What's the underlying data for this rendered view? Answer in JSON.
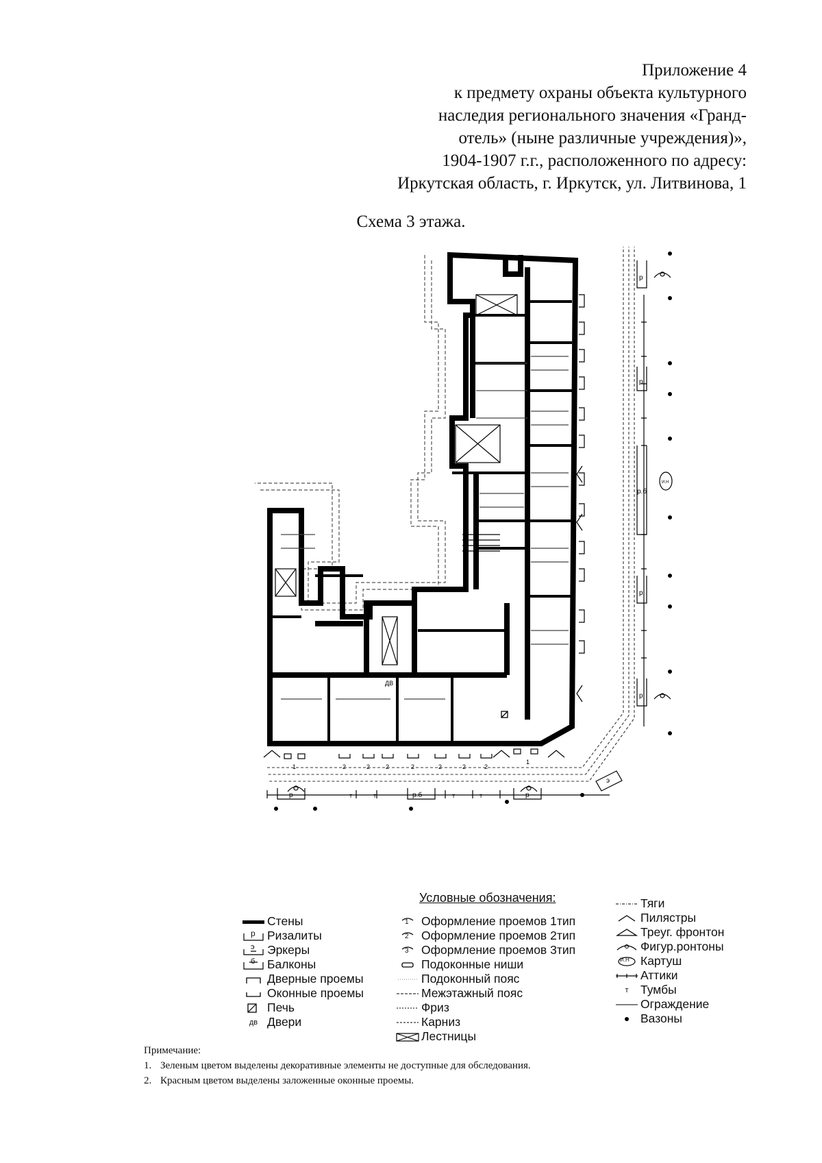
{
  "header": {
    "lines": [
      "Приложение 4",
      "к предмету охраны объекта культурного",
      "наследия регионального значения «Гранд-",
      "отель» (ныне различные учреждения)»,",
      "1904-1907 г.г., расположенного по адресу:",
      "Иркутская область, г. Иркутск, ул. Литвинова, 1"
    ]
  },
  "scheme_title": "Схема 3 этажа.",
  "plan_labels": {
    "risalit": "р",
    "risalit_balcony": "р.б",
    "erker": "э",
    "cartouche": "И.Н",
    "doors_short": "ДВ",
    "type1": "1",
    "type2": "2",
    "pillar": "т"
  },
  "legend": {
    "title": "Условные обозначения:",
    "col1": [
      {
        "icon": "wall-icon",
        "label": "Стены"
      },
      {
        "icon": "risalit-icon",
        "code": "р",
        "label": "Ризалиты"
      },
      {
        "icon": "erker-icon",
        "code": "э",
        "label": "Эркеры"
      },
      {
        "icon": "balcony-icon",
        "code": "б",
        "label": "Балконы"
      },
      {
        "icon": "door-opening-icon",
        "label": "Дверные проемы"
      },
      {
        "icon": "window-opening-icon",
        "label": "Оконные проемы"
      },
      {
        "icon": "stove-icon",
        "label": "Печь"
      },
      {
        "icon": "door-icon",
        "code": "дв",
        "label": "Двери"
      }
    ],
    "col2": [
      {
        "icon": "opening-type1-icon",
        "code": "1",
        "label": "Оформление проемов 1тип"
      },
      {
        "icon": "opening-type2-icon",
        "code": "2",
        "label": "Оформление проемов 2тип"
      },
      {
        "icon": "opening-type3-icon",
        "code": "3",
        "label": "Оформление проемов 3тип"
      },
      {
        "icon": "window-niche-icon",
        "label": "Подоконные ниши"
      },
      {
        "icon": "window-belt-icon",
        "label": "Подоконный пояс"
      },
      {
        "icon": "floor-belt-icon",
        "label": "Межэтажный пояс"
      },
      {
        "icon": "frieze-icon",
        "label": "Фриз"
      },
      {
        "icon": "cornice-icon",
        "label": "Карниз"
      },
      {
        "icon": "stairs-icon",
        "label": "Лестницы"
      }
    ],
    "col3": [
      {
        "icon": "rods-icon",
        "label": "Тяги"
      },
      {
        "icon": "pilaster-icon",
        "label": "Пилястры"
      },
      {
        "icon": "triangular-pediment-icon",
        "label": "Треуг. фронтон"
      },
      {
        "icon": "figured-pediment-icon",
        "label": "Фигур.ронтоны"
      },
      {
        "icon": "cartouche-icon",
        "code": "И.Н",
        "label": "Картуш"
      },
      {
        "icon": "attic-icon",
        "label": "Аттики"
      },
      {
        "icon": "pedestal-icon",
        "code": "т",
        "label": "Тумбы"
      },
      {
        "icon": "fence-icon",
        "label": "Ограждение"
      },
      {
        "icon": "vase-icon",
        "label": "Вазоны"
      }
    ]
  },
  "notes": {
    "title": "Примечание:",
    "items": [
      {
        "num": "1.",
        "text": "Зеленым цветом выделены декоративные элементы не доступные для обследования."
      },
      {
        "num": "2.",
        "text": "Красным цветом выделены заложенные оконные проемы."
      }
    ]
  }
}
